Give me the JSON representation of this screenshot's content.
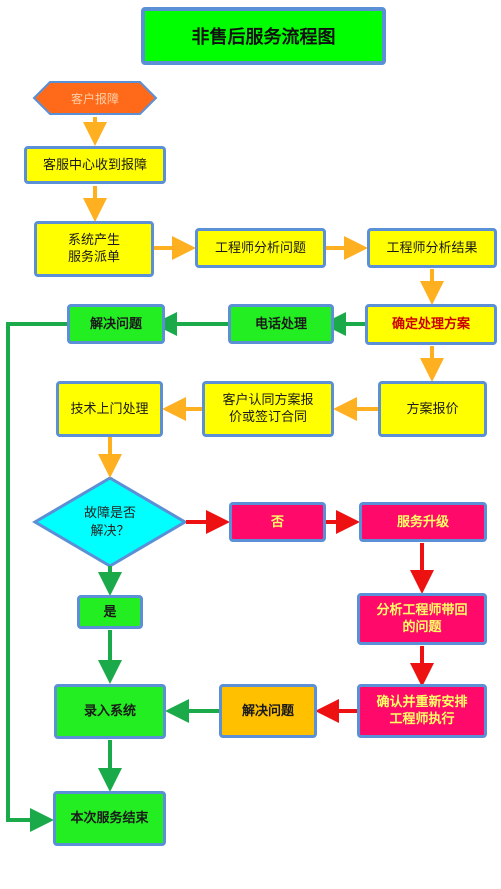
{
  "title": "非售后服务流程图",
  "nodes": {
    "start": "客户报障",
    "receive": "客服中心收到报障",
    "dispatch": "系统产生\n服务派单",
    "engineer_analyze": "工程师分析问题",
    "engineer_result": "工程师分析结果",
    "determine_plan": "确定处理方案",
    "phone": "电话处理",
    "solved_top": "解决问题",
    "quote": "方案报价",
    "customer_agree": "客户认同方案报\n价或签订合同",
    "onsite": "技术上门处理",
    "decision": "故障是否\n解决？",
    "no": "否",
    "upgrade": "服务升级",
    "analyze_return": "分析工程师带回\n的问题",
    "confirm_rearrange": "确认并重新安排\n工程师执行",
    "solve_orange": "解决问题",
    "yes": "是",
    "enter_system": "录入系统",
    "end": "本次服务结束"
  },
  "colors": {
    "yellow": "#ffff00",
    "green": "#22ee22",
    "red": "#ff0a6a",
    "orange": "#ffc000",
    "start_hex": "#ff6a1a",
    "diamond": "#00ffff",
    "border": "#5b8fd6",
    "arrow_orange": "#ffb020",
    "arrow_green": "#1aaa4a",
    "arrow_red": "#ee1111"
  }
}
